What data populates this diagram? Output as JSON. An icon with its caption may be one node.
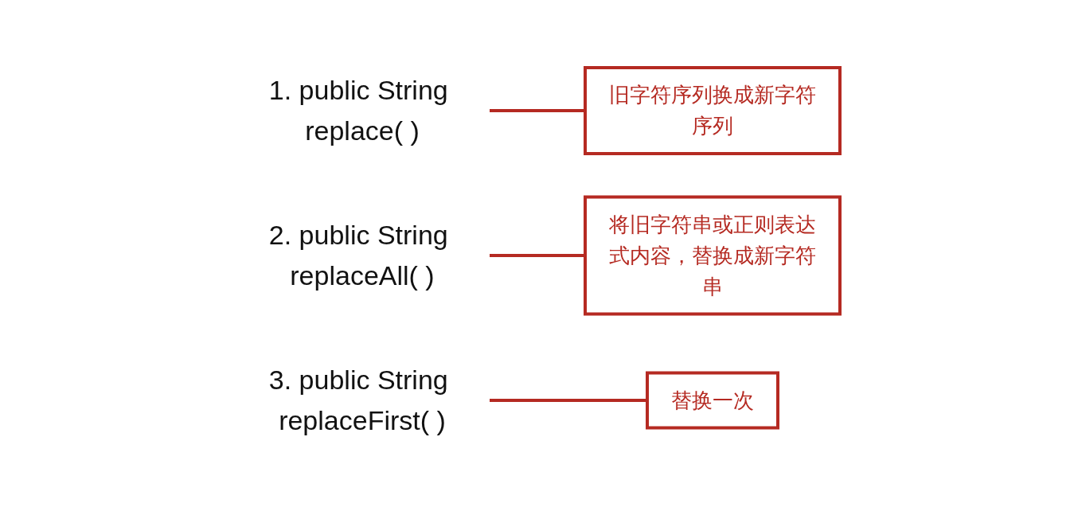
{
  "diagram": {
    "nodes": [
      {
        "text": [
          "1. public String replace( )"
        ]
      },
      {
        "text": [
          "旧字符序列换成新字符序列"
        ]
      },
      {
        "text": [
          "2. public String replaceAll( )"
        ]
      },
      {
        "text": [
          "将旧字符串或正则表达式内容，替换成新字符串"
        ]
      },
      {
        "text": [
          "3. public String replaceFirst( )"
        ]
      },
      {
        "text": [
          "替换一次"
        ]
      }
    ],
    "edges": [
      {
        "from": 0,
        "to": 1,
        "arrow": "none"
      },
      {
        "from": 2,
        "to": 3,
        "arrow": "none"
      },
      {
        "from": 4,
        "to": 5,
        "arrow": "none"
      }
    ]
  }
}
